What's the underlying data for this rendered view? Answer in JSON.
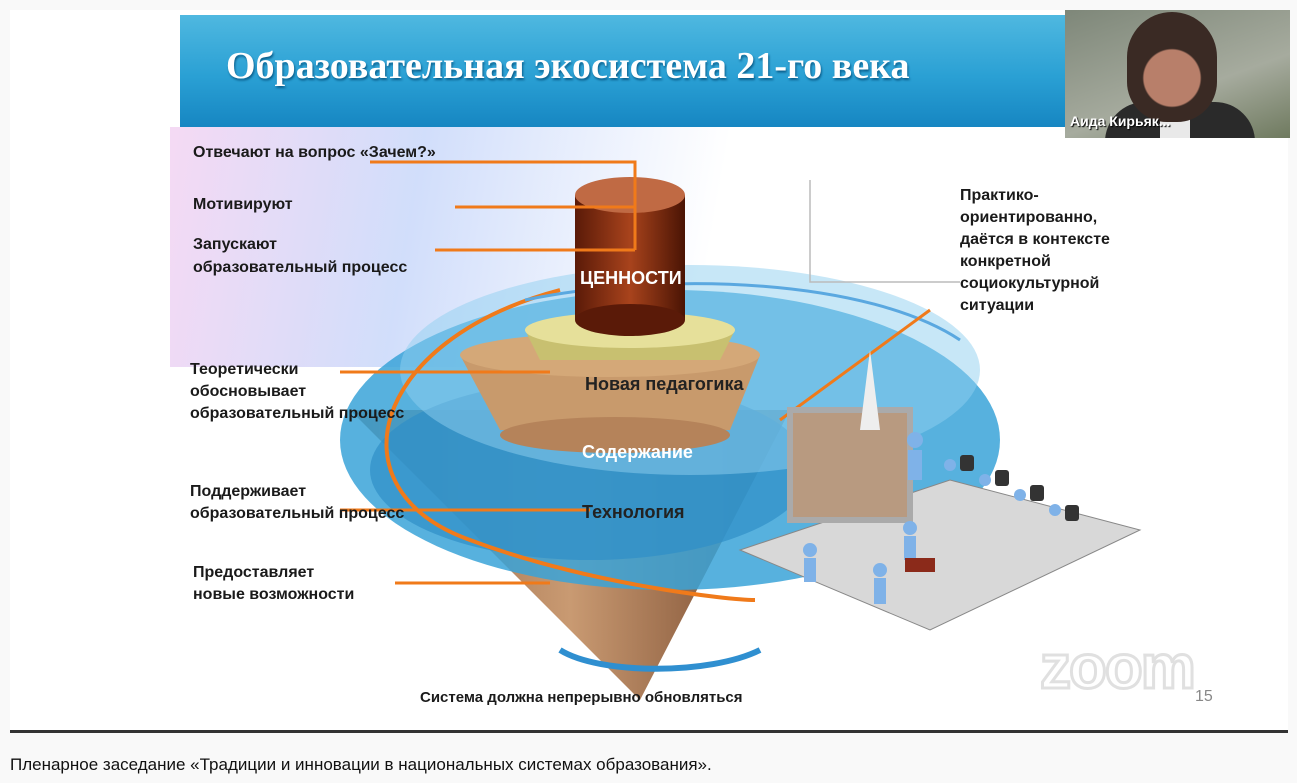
{
  "slide": {
    "title": "Образовательная экосистема 21-го века",
    "left_labels": [
      "Отвечают на вопрос «Зачем?»",
      "Мотивируют",
      "Запускают",
      "образовательный процесс",
      "Теоретически",
      "обосновывает",
      "образовательный процесс",
      "Поддерживает",
      "образовательный процесс",
      "Предоставляет",
      "новые возможности"
    ],
    "right_label": [
      "Практико-",
      "ориентированно,",
      "даётся в контексте",
      "конкретной",
      "социокультурной",
      "ситуации"
    ],
    "layers": [
      "ЦЕННОСТИ",
      "Новая педагогика",
      "Содержание",
      "Технология"
    ],
    "bottom_text": "Система должна непрерывно обновляться",
    "page_number": "15"
  },
  "participant": {
    "name": "Аида Кирьяк..."
  },
  "watermark": "zoom",
  "caption": "Пленарное заседание «Традиции и инновации в национальных системах образования».",
  "colors": {
    "banner": "#2aa0d4",
    "orange": "#f07a1a",
    "brown": "#8b3a1c",
    "water": "#3aa3d8"
  }
}
